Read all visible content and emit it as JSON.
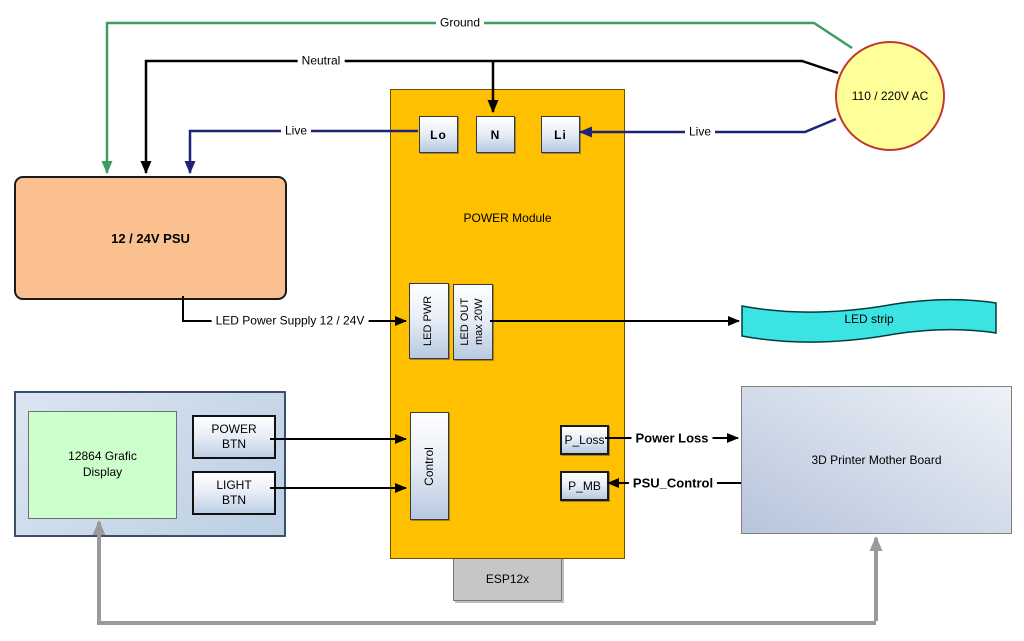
{
  "colors": {
    "ground_wire": "#3E9C5E",
    "neutral_wire": "#000000",
    "live_wire": "#1F2277",
    "signal_wire": "#000000",
    "bus_wire": "#9A9A9A",
    "module_fill": "#FFC000",
    "psu_fill": "#FAC090",
    "ac_fill": "#FFFF99",
    "ac_border": "#C0392B",
    "led_strip_fill": "#3BE3E3",
    "display_fill": "#CCFFCC"
  },
  "wires": {
    "ground_label": "Ground",
    "neutral_label": "Neutral",
    "live_label_left": "Live",
    "live_label_right": "Live",
    "led_supply_label": "LED Power Supply 12 / 24V",
    "power_loss_label": "Power Loss",
    "psu_control_label": "PSU_Control"
  },
  "ac_source": {
    "label": "110 / 220V AC"
  },
  "psu": {
    "label": "12 / 24V PSU"
  },
  "module": {
    "title": "POWER Module",
    "terminals": {
      "lo": "Lo",
      "n": "N",
      "li": "Li"
    },
    "led_pwr": "LED PWR",
    "led_out_line1": "LED OUT",
    "led_out_line2": "max 20W",
    "control": "Control",
    "p_loss": "P_Loss",
    "p_mb": "P_MB"
  },
  "esp": {
    "label": "ESP12x"
  },
  "led_strip": {
    "label": "LED strip"
  },
  "control_panel": {
    "display_label": "12864 Grafic Display",
    "power_btn_line1": "POWER",
    "power_btn_line2": "BTN",
    "light_btn_line1": "LIGHT",
    "light_btn_line2": "BTN"
  },
  "motherboard": {
    "label": "3D Printer Mother Board"
  }
}
